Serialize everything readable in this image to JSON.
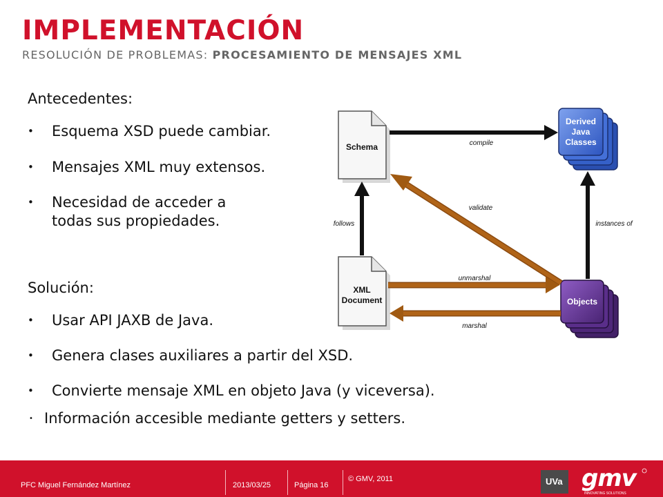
{
  "header": {
    "title": "IMPLEMENTACIÓN",
    "subtitle_prefix": "RESOLUCIÓN DE PROBLEMAS:",
    "subtitle_strong": "PROCESAMIENTO DE MENSAJES XML"
  },
  "content": {
    "antecedentes_heading": "Antecedentes:",
    "antecedentes": [
      "Esquema XSD puede cambiar.",
      "Mensajes XML muy extensos.",
      "Necesidad de acceder a",
      "todas sus propiedades."
    ],
    "solucion_heading": "Solución:",
    "solucion": [
      "Usar API JAXB de Java.",
      "Genera clases auxiliares a partir del XSD.",
      "Convierte mensaje XML en objeto Java (y viceversa).",
      "Información accesible mediante getters y setters."
    ]
  },
  "diagram": {
    "schema_label": "Schema",
    "xml_doc_label_1": "XML",
    "xml_doc_label_2": "Document",
    "derived_1": "Derived",
    "derived_2": "Java",
    "derived_3": "Classes",
    "objects_label": "Objects",
    "compile": "compile",
    "validate": "validate",
    "follows": "follows",
    "instances_of": "instances of",
    "unmarshal": "unmarshal",
    "marshal": "marshal",
    "colors": {
      "blue_box": "#3e6ad6",
      "purple_box": "#5b2e8c",
      "brown_arrow": "#a05a12",
      "black_arrow": "#111111"
    }
  },
  "footer": {
    "author": "PFC Miguel Fernández Martínez",
    "date": "2013/03/25",
    "page": "Página 16",
    "copyright": "© GMV, 2011",
    "uva_logo": "UVa",
    "gmv_logo": "gmv",
    "gmv_tagline": "INNOVATING SOLUTIONS",
    "accent_color": "#d0112b"
  }
}
